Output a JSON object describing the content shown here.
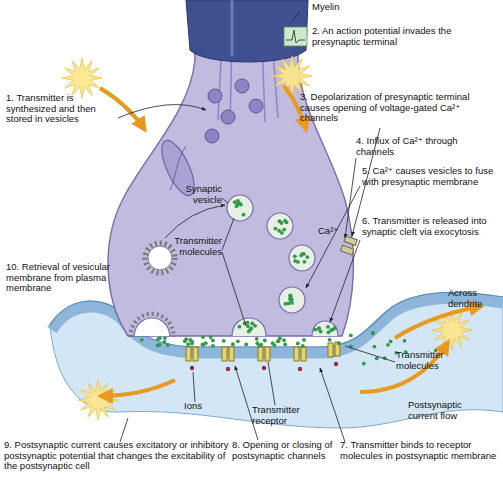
{
  "diagram": {
    "labels": [
      "Myelin",
      "2. An action potential invades the presynaptic terminal",
      "1. Transmitter is synthesized and then stored in vesicles",
      "3. Depolarization of presynaptic terminal causes opening of voltage-gated Ca²⁺ channels",
      "4. Influx of Ca²⁺ through channels",
      "5. Ca²⁺ causes vesicles to fuse with presynaptic membrane",
      "Synaptic vesicle",
      "Transmitter molecules",
      "Ca²⁺",
      "6. Transmitter is released into synaptic cleft via exocytosis",
      "10. Retrieval of vesicular membrane from plasma membrane",
      "Across dendrite",
      "Transmitter molecules",
      "Postsynaptic current flow",
      "Ions",
      "Transmitter receptor",
      "8. Opening or closing of postsynaptic channels",
      "7. Transmitter binds to receptor molecules in postsynaptic membrane",
      "9. Postsynaptic current causes excitatory or inhibitory postsynaptic potential that changes the excitability of the postsynaptic cell"
    ]
  }
}
